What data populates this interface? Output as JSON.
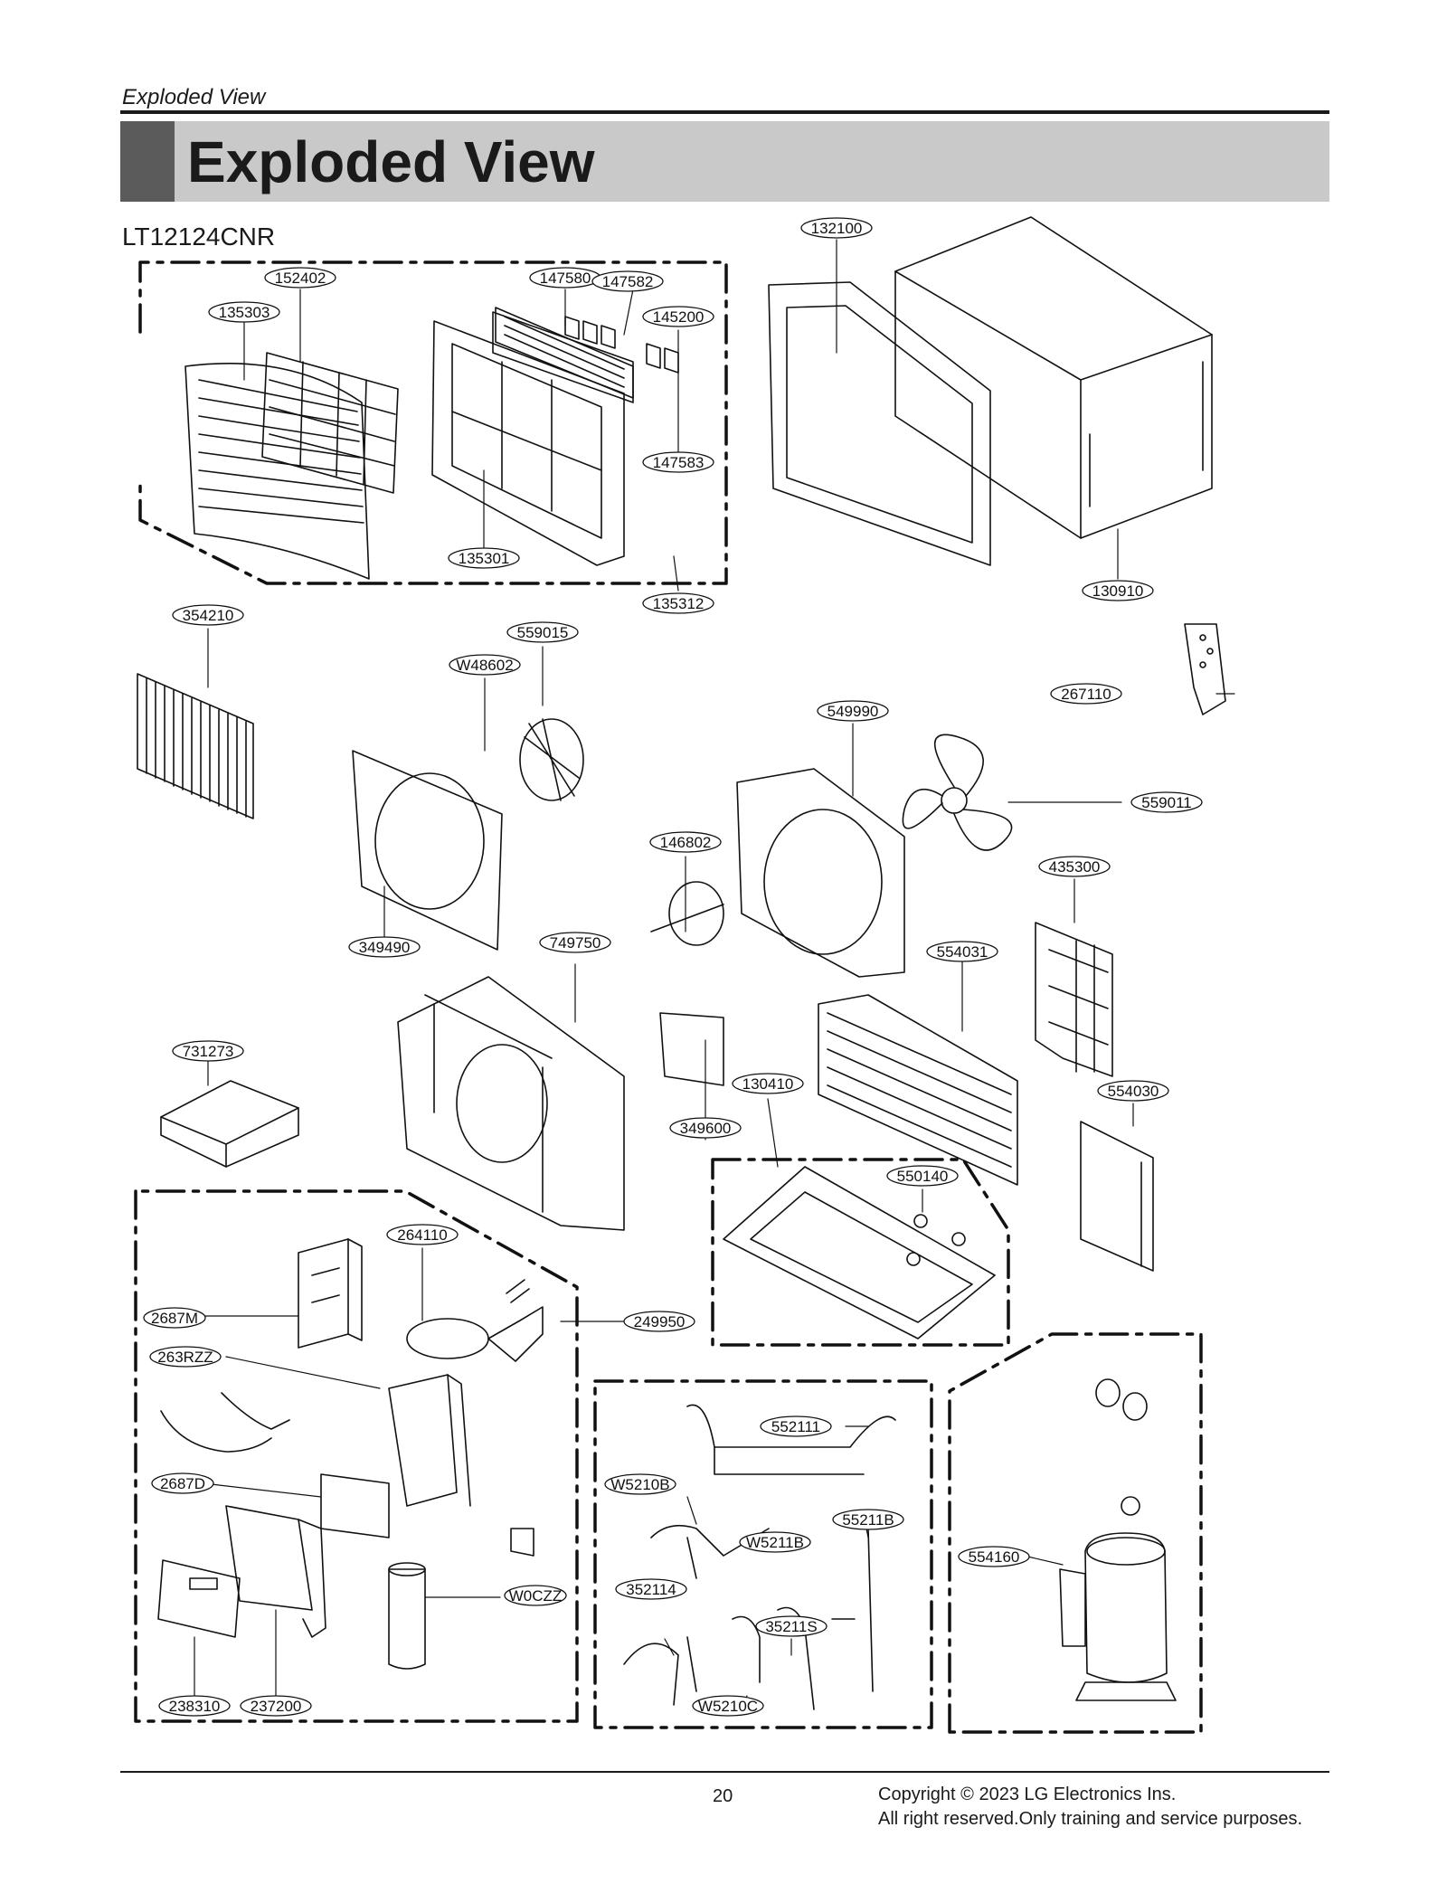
{
  "header": {
    "running_head": "Exploded View",
    "banner_title": "Exploded View"
  },
  "model": "LT12124CNR",
  "part_labels": [
    "132100",
    "152402",
    "147580",
    "147582",
    "135303",
    "145200",
    "147583",
    "135301",
    "135312",
    "130910",
    "354210",
    "559015",
    "W48602",
    "267110",
    "549990",
    "559011",
    "146802",
    "435300",
    "349490",
    "749750",
    "554031",
    "731273",
    "130410",
    "554030",
    "349600",
    "550140",
    "264110",
    "2687M",
    "249950",
    "263RZZ",
    "552111",
    "2687D",
    "W5210B",
    "55211B",
    "W5211B",
    "554160",
    "W0CZZ",
    "352114",
    "35211S",
    "W5210C",
    "238310",
    "237200"
  ],
  "footer": {
    "page_number": "20",
    "copyright_line1": "Copyright © 2023 LG Electronics Ins.",
    "copyright_line2": "All right reserved.Only training and service purposes."
  }
}
